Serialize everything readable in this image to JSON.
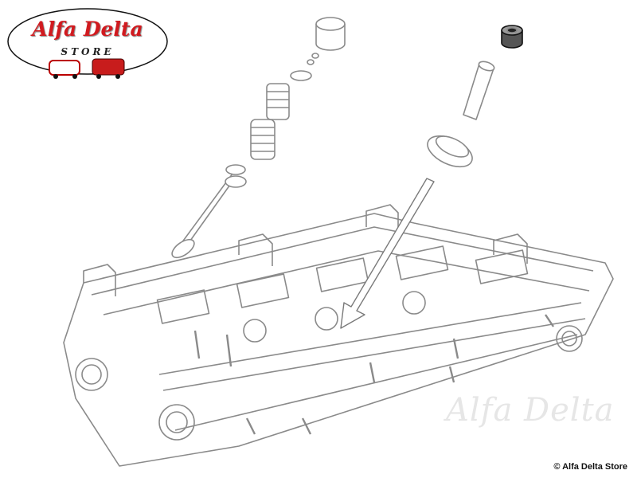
{
  "logo": {
    "title": "Alfa Delta",
    "subtitle": "STORE"
  },
  "watermark": {
    "text": "Alfa Delta"
  },
  "copyright": "© Alfa Delta Store",
  "colors": {
    "brand_red": "#d11a1f",
    "line": "#8a8a8a",
    "arrow": "#7a7a7a"
  }
}
